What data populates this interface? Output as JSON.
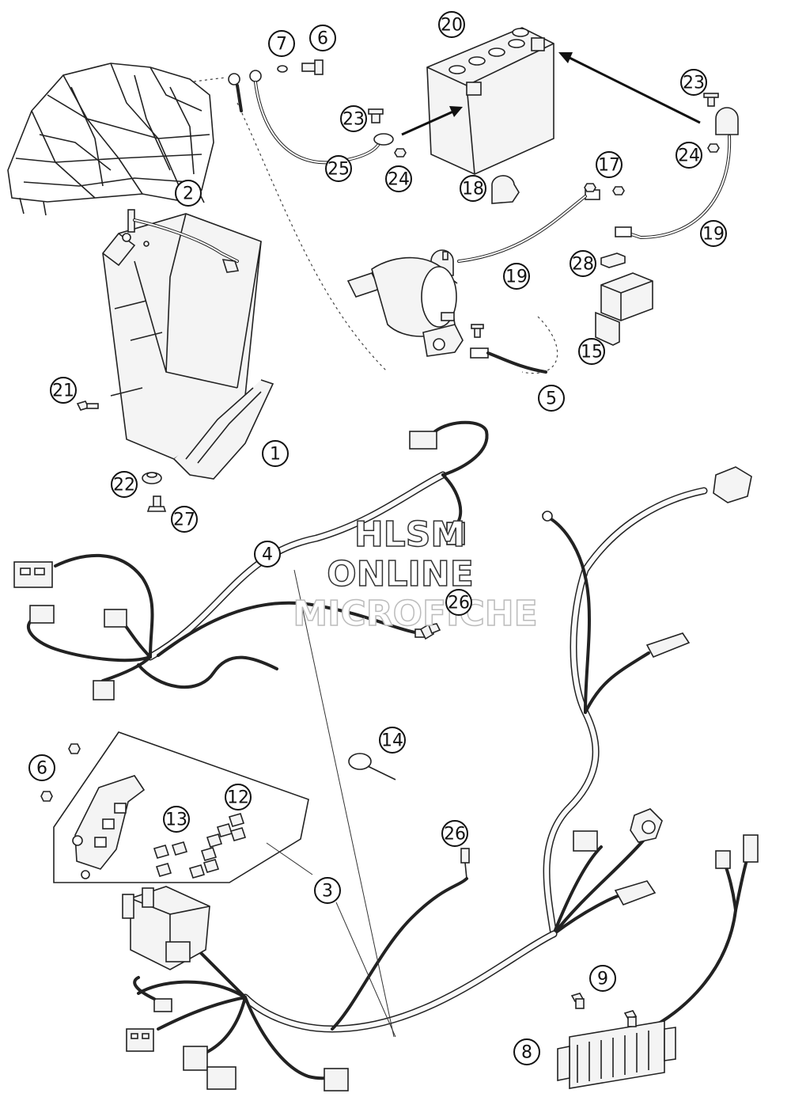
{
  "watermark": {
    "line1": "HLSM",
    "line2": "ONLINE",
    "line3": "MICROFICHE"
  },
  "callouts": {
    "c1": "1",
    "c2": "2",
    "c3": "3",
    "c4": "4",
    "c5": "5",
    "c6a": "6",
    "c6b": "6",
    "c7": "7",
    "c8": "8",
    "c9": "9",
    "c12": "12",
    "c13": "13",
    "c14": "14",
    "c15": "15",
    "c17": "17",
    "c18": "18",
    "c19a": "19",
    "c19b": "19",
    "c20": "20",
    "c21": "21",
    "c22": "22",
    "c23a": "23",
    "c23b": "23",
    "c24a": "24",
    "c24b": "24",
    "c25": "25",
    "c26a": "26",
    "c26b": "26",
    "c27": "27",
    "c28": "28"
  },
  "colors": {
    "line": "#222222",
    "background": "#ffffff",
    "watermark_stroke": "#333333",
    "watermark_faint": "#bbbbbb"
  }
}
